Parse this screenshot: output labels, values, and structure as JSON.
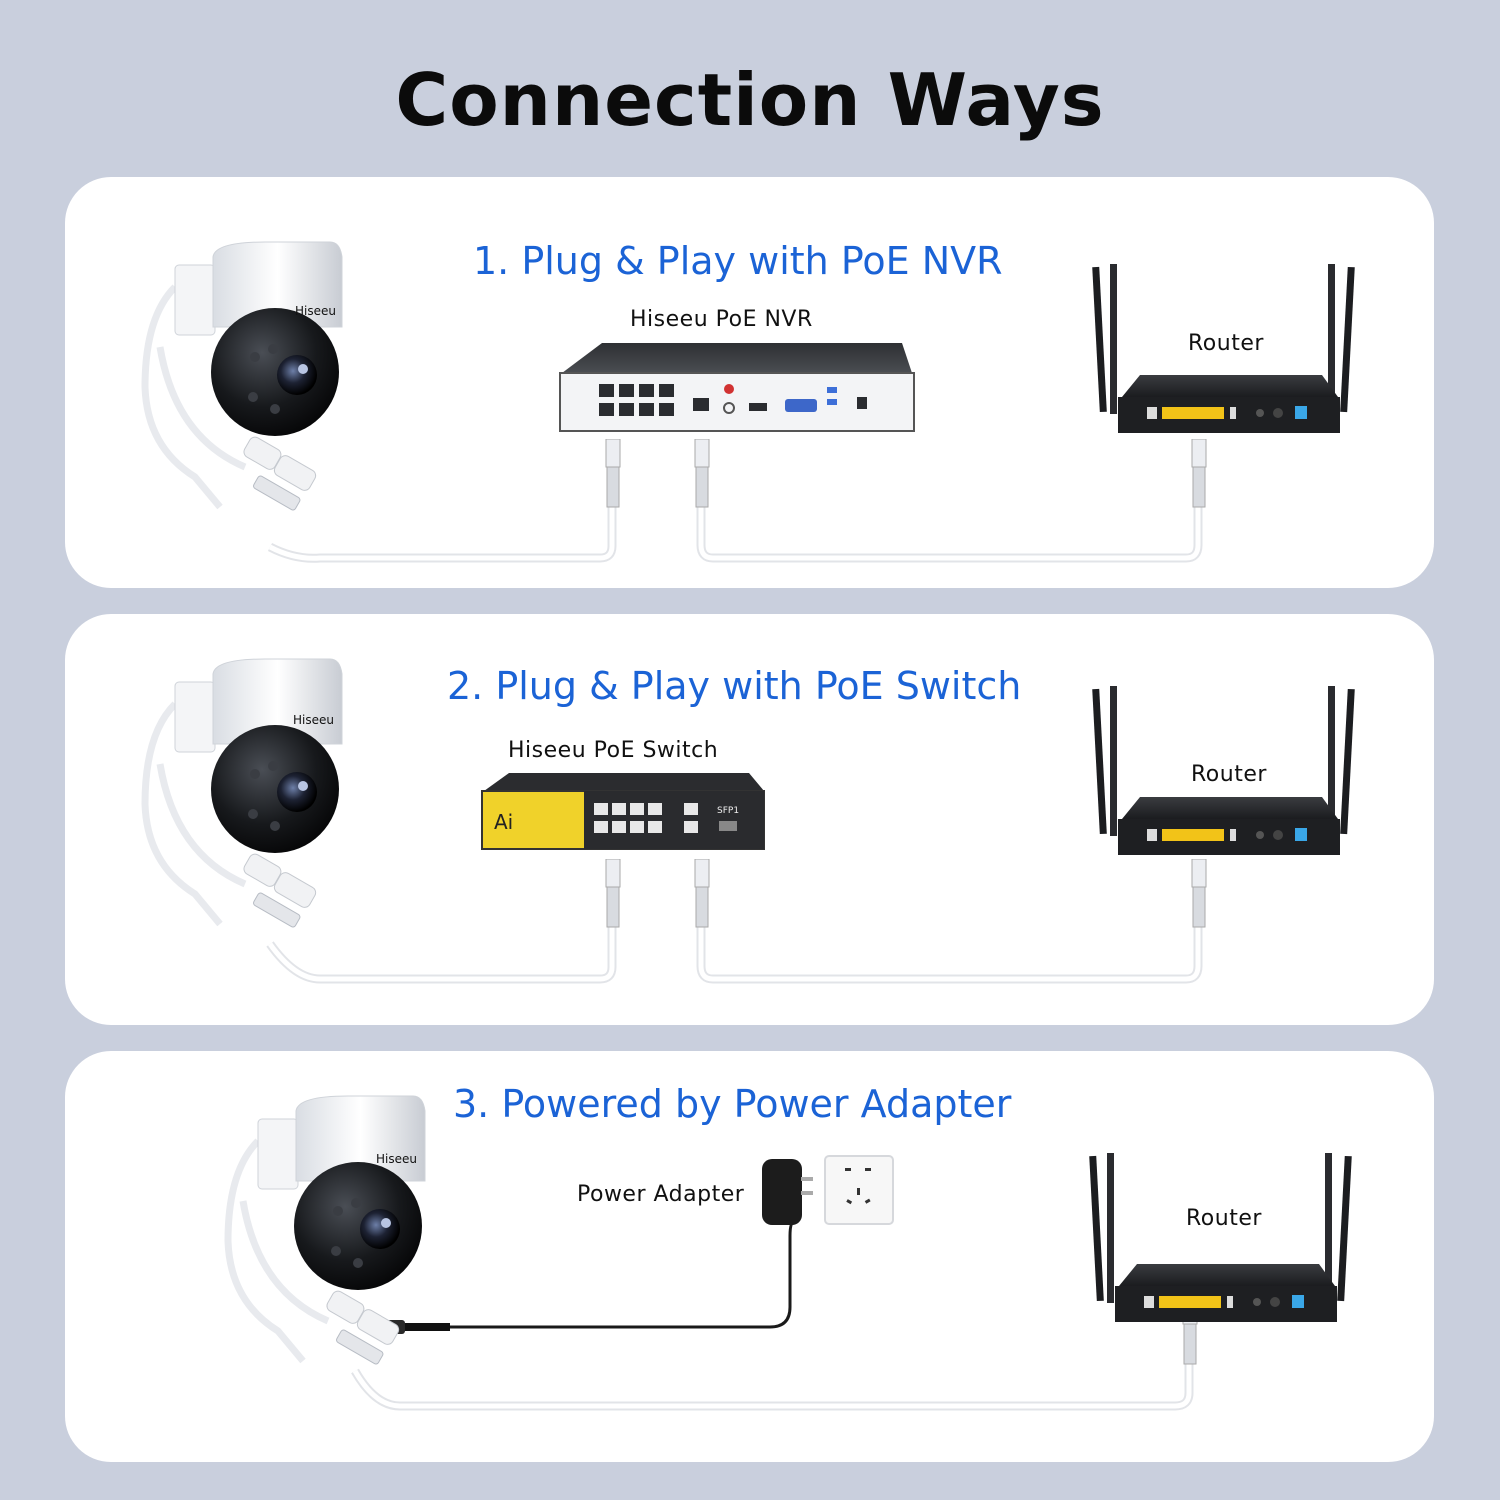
{
  "title": "Connection Ways",
  "brand": "Hiseeu",
  "colors": {
    "accent": "#1b63d6",
    "background": "#c9cfdd",
    "router_ports": "#f2c318"
  },
  "sections": [
    {
      "heading": "1. Plug & Play with PoE NVR",
      "hub_label": "Hiseeu PoE NVR",
      "router_label": "Router"
    },
    {
      "heading": "2. Plug & Play with PoE Switch",
      "hub_label": "Hiseeu PoE Switch",
      "router_label": "Router",
      "switch_badge": "Ai",
      "switch_port": "SFP1"
    },
    {
      "heading": "3. Powered by Power Adapter",
      "hub_label": "Power Adapter",
      "router_label": "Router"
    }
  ]
}
